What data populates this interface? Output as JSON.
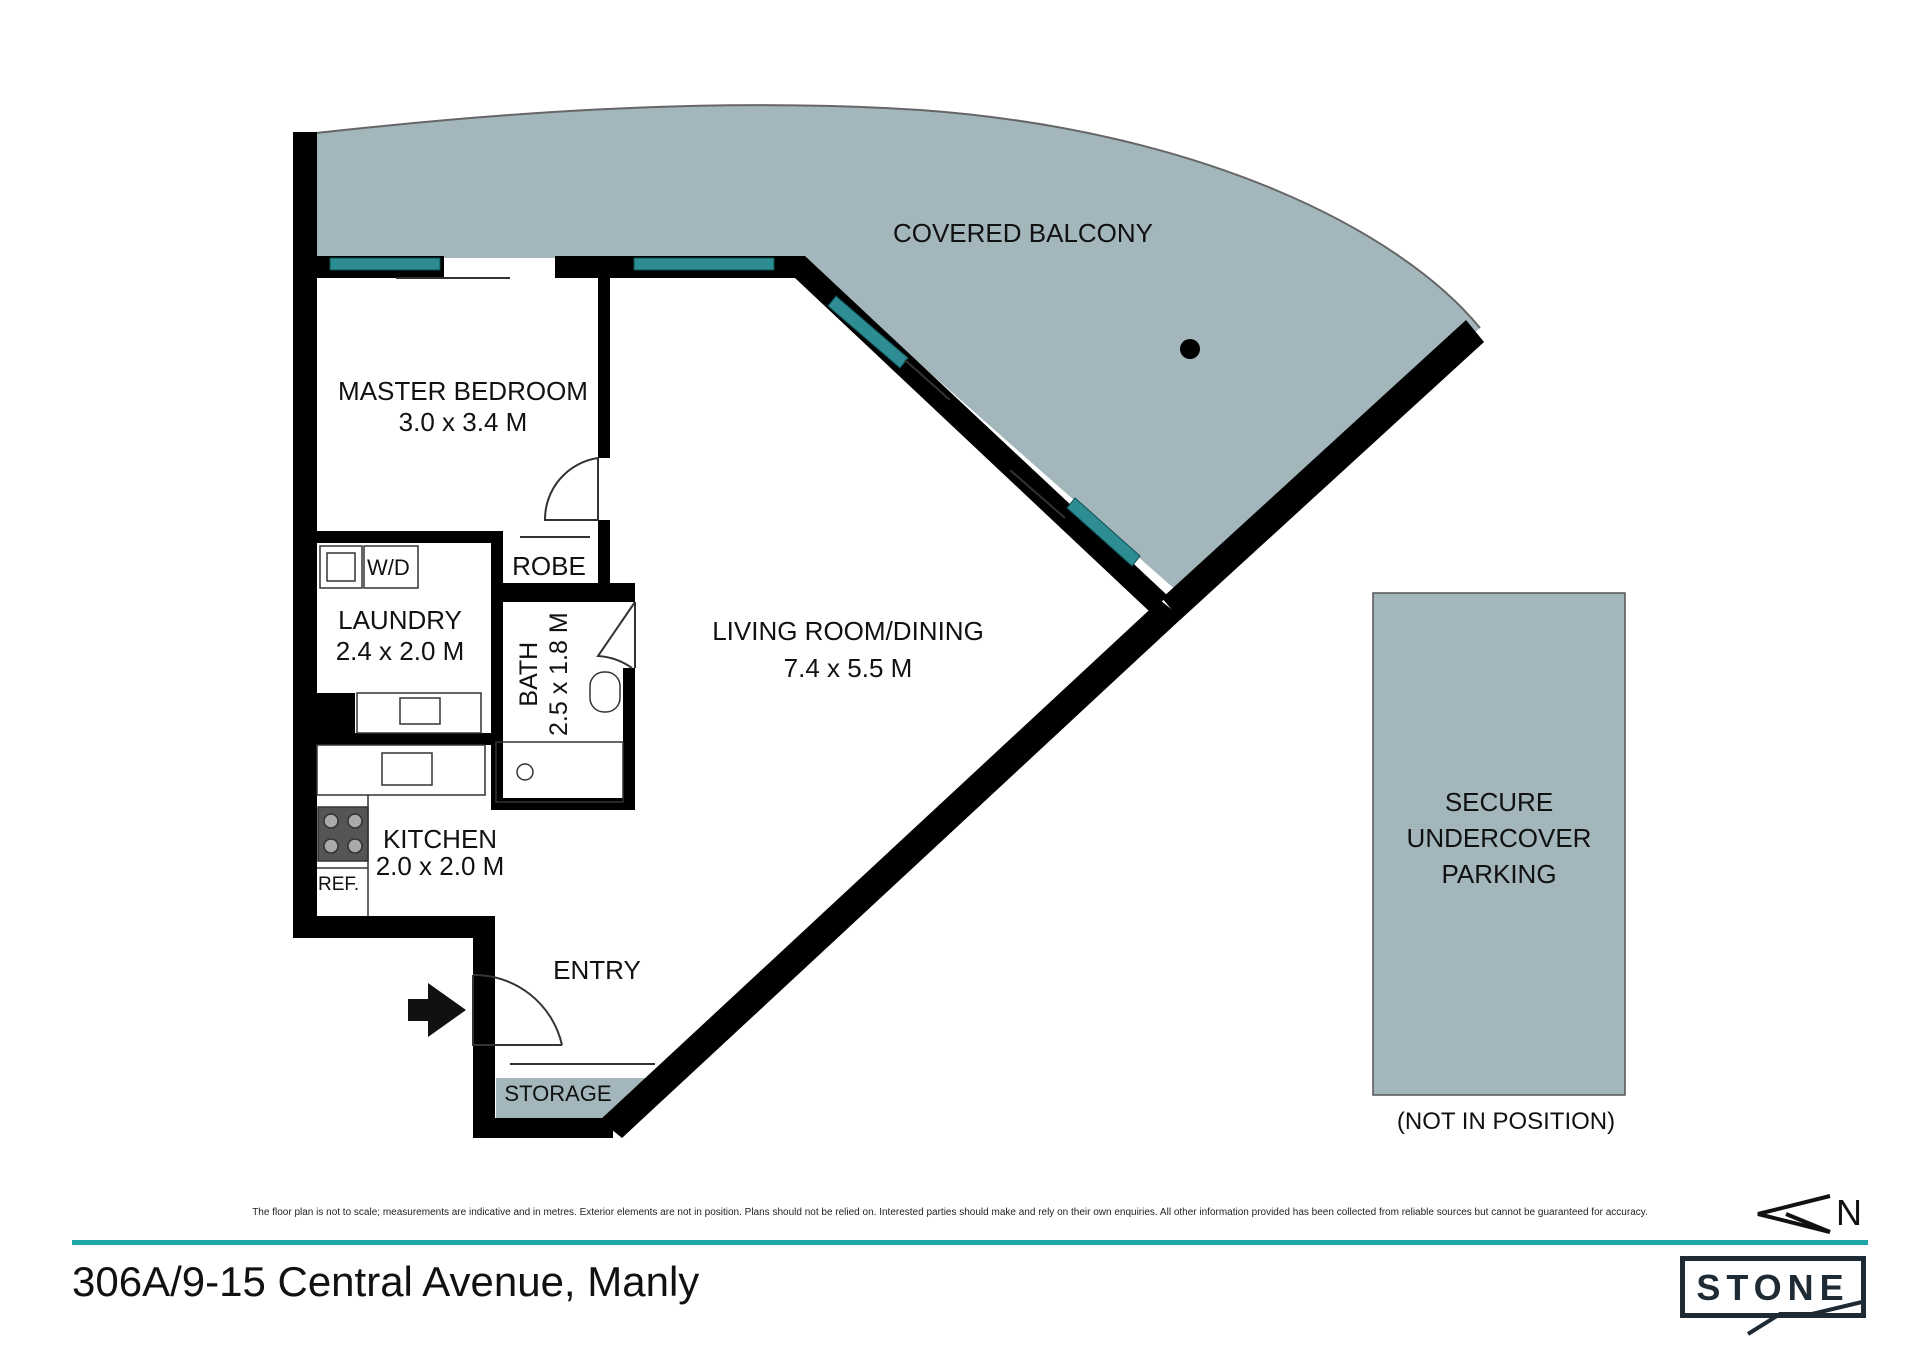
{
  "rooms": {
    "balcony": {
      "name": "COVERED BALCONY"
    },
    "master_bedroom": {
      "name": "MASTER BEDROOM",
      "size": "3.0 x 3.4 M"
    },
    "robe": {
      "name": "ROBE"
    },
    "laundry": {
      "name": "LAUNDRY",
      "size": "2.4 x 2.0 M",
      "fixture": "W/D"
    },
    "bath": {
      "name": "BATH",
      "size": "2.5 x 1.8 M"
    },
    "living": {
      "name": "LIVING ROOM/DINING",
      "size": "7.4 x 5.5 M"
    },
    "kitchen": {
      "name": "KITCHEN",
      "size": "2.0 x 2.0 M",
      "fixture": "REF."
    },
    "entry": {
      "name": "ENTRY"
    },
    "storage": {
      "name": "STORAGE"
    },
    "parking": {
      "line1": "SECURE",
      "line2": "UNDERCOVER",
      "line3": "PARKING",
      "note": "(NOT IN POSITION)"
    }
  },
  "disclaimer": "The floor plan is not to scale; measurements are indicative and in metres. Exterior elements are not in position. Plans should not be relied on. Interested parties should make and rely on their own enquiries. All other information provided has been collected from reliable sources but cannot be guaranteed for accuracy.",
  "address": "306A/9-15 Central Avenue, Manly",
  "compass": {
    "letter": "N"
  },
  "brand": {
    "name": "STONE"
  },
  "colors": {
    "area_fill": "#a2b6bc",
    "wall": "#000000",
    "window": "#2e8c93",
    "accent_rule": "#1fa6a8",
    "logo": "#1e2b35"
  }
}
